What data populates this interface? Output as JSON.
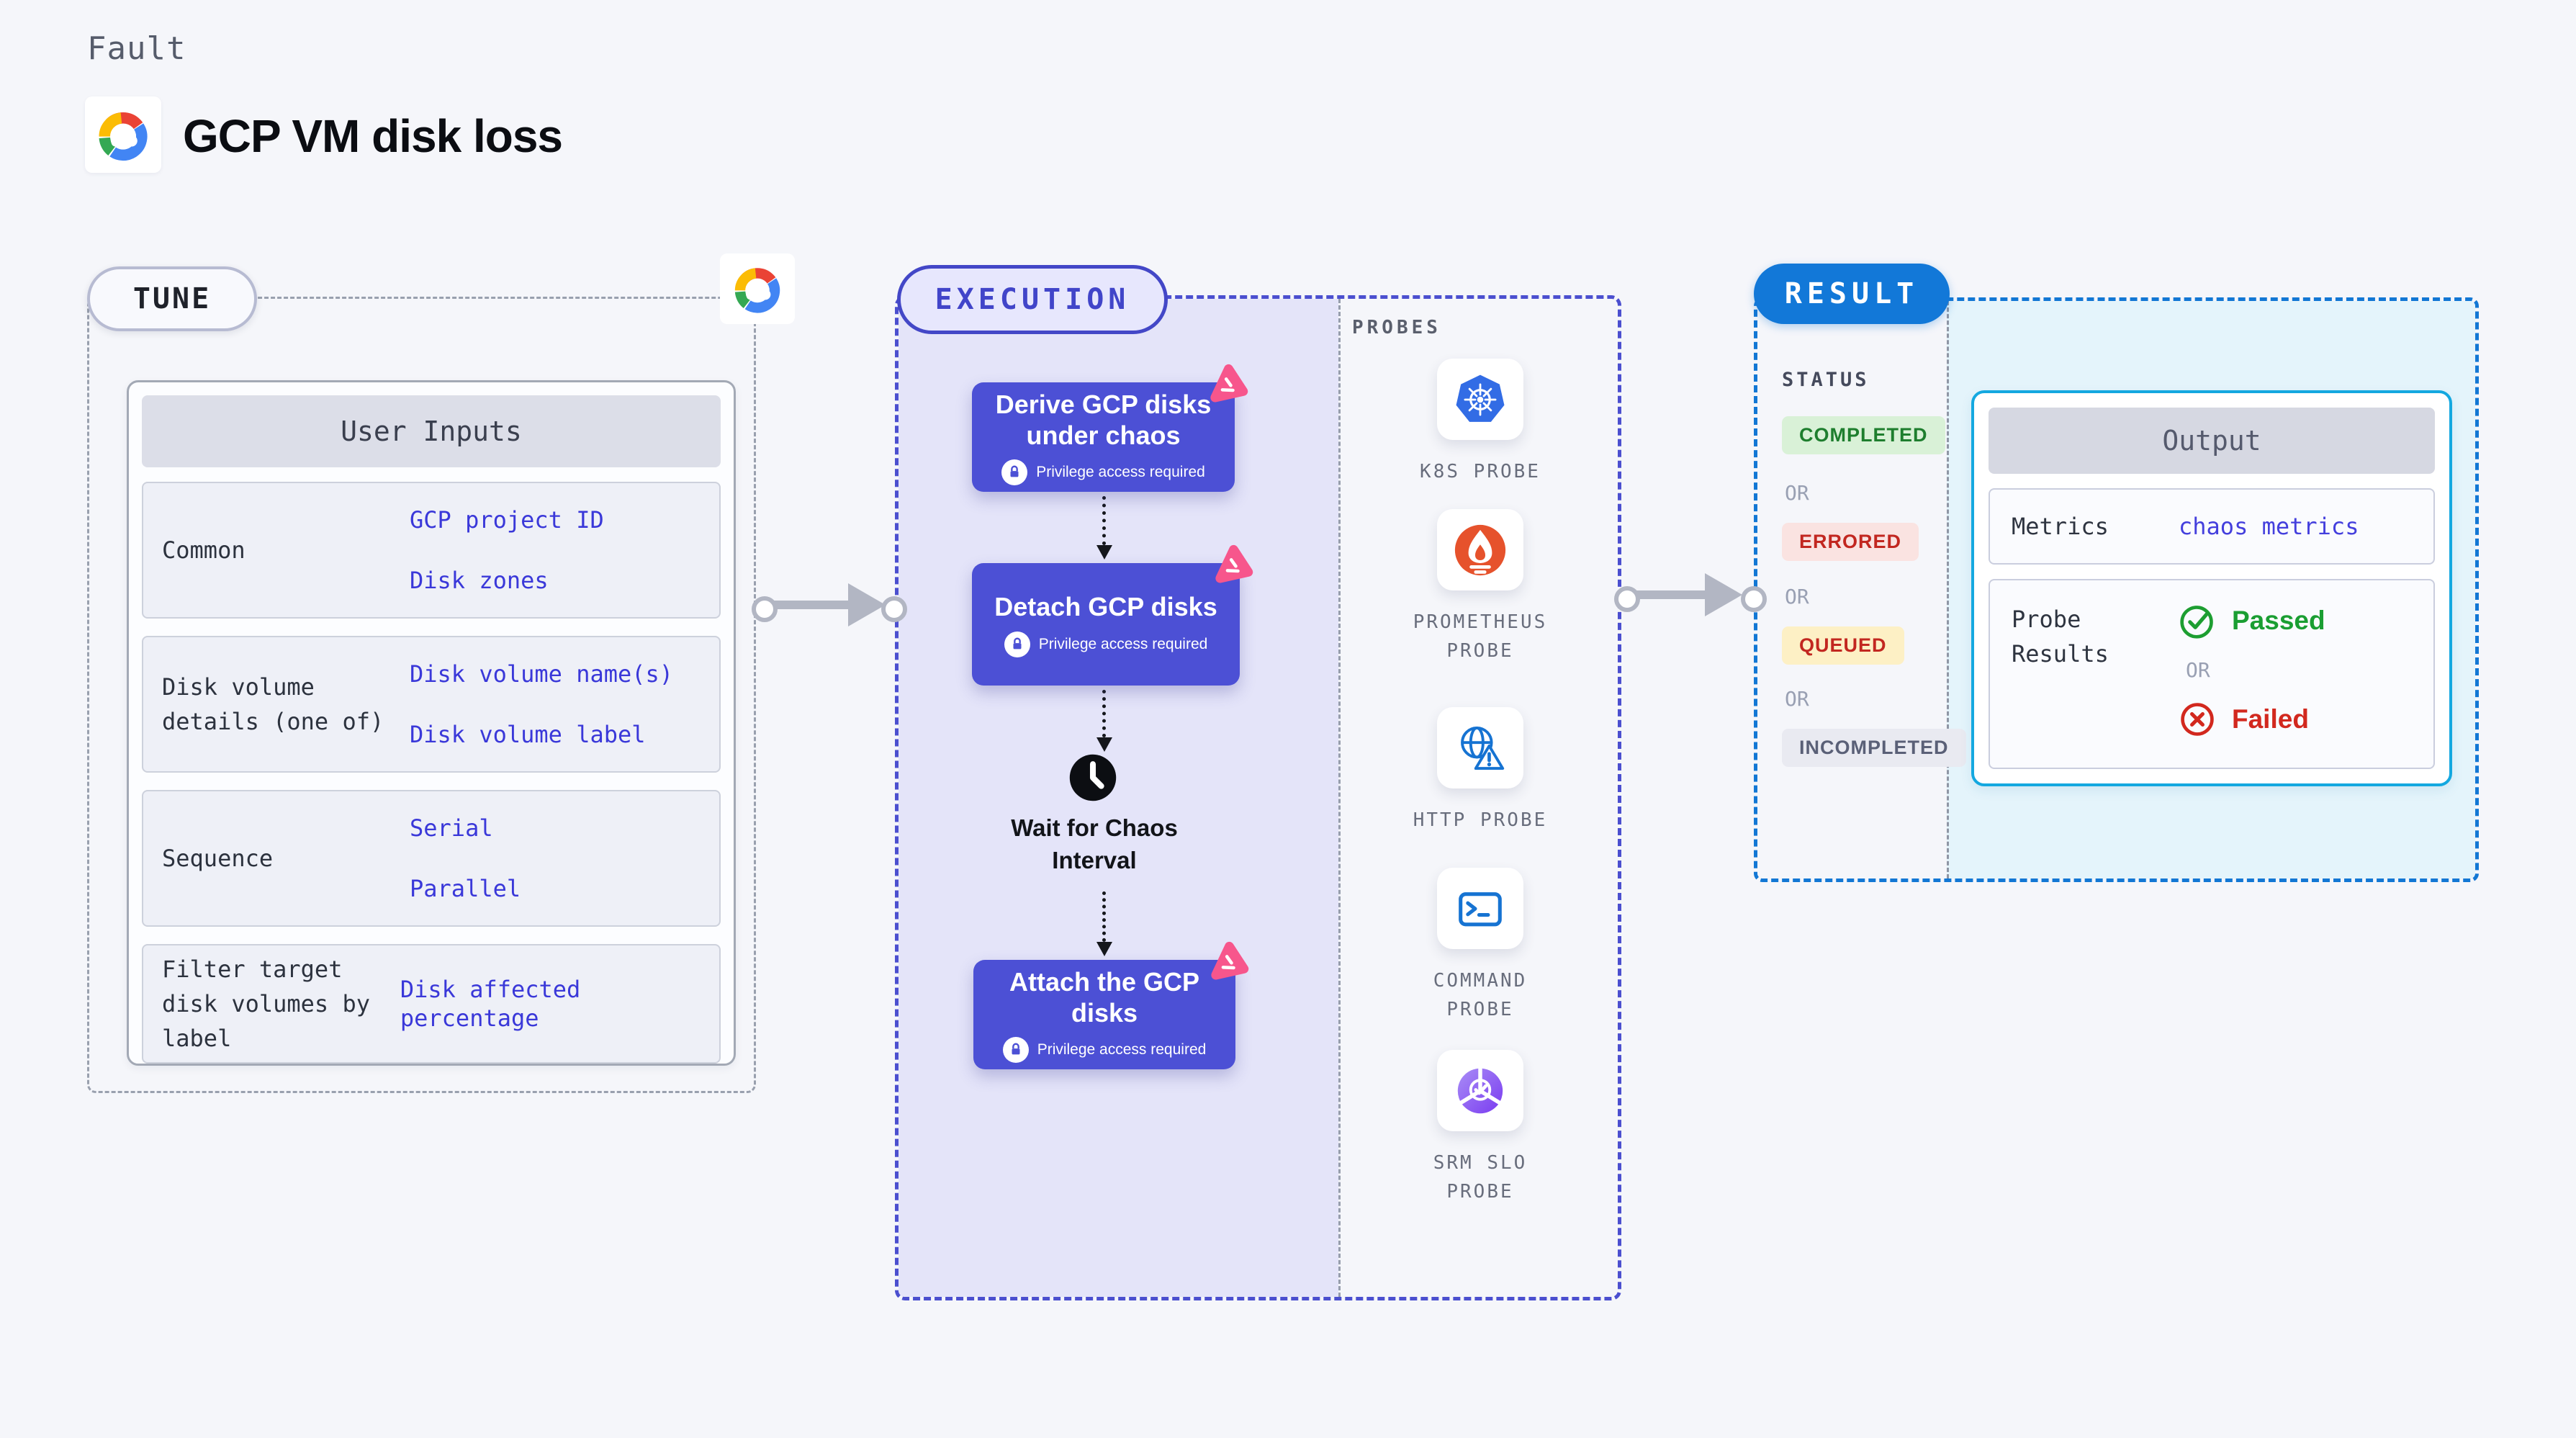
{
  "header": {
    "kicker": "Fault",
    "title": "GCP VM disk loss"
  },
  "tune": {
    "badge": "TUNE",
    "card_title": "User Inputs",
    "rows": [
      {
        "label": "Common",
        "values": [
          "GCP project ID",
          "Disk zones"
        ]
      },
      {
        "label": "Disk volume details (one of)",
        "values": [
          "Disk volume name(s)",
          "Disk volume label"
        ]
      },
      {
        "label": "Sequence",
        "values": [
          "Serial",
          "Parallel"
        ]
      },
      {
        "label": "Filter target disk volumes by label",
        "values": [
          "Disk affected percentage"
        ]
      }
    ]
  },
  "execution": {
    "badge": "EXECUTION",
    "steps": [
      {
        "title": "Derive GCP disks under chaos",
        "note": "Privilege access required"
      },
      {
        "title": "Detach GCP disks",
        "note": "Privilege access required"
      },
      {
        "title": "Attach the GCP disks",
        "note": "Privilege access required"
      }
    ],
    "wait_label": "Wait for Chaos Interval"
  },
  "probes": {
    "title": "PROBES",
    "items": [
      {
        "label": "K8S PROBE",
        "icon": "kubernetes-icon"
      },
      {
        "label": "PROMETHEUS PROBE",
        "icon": "prometheus-icon"
      },
      {
        "label": "HTTP PROBE",
        "icon": "http-globe-warning-icon"
      },
      {
        "label": "COMMAND PROBE",
        "icon": "terminal-icon"
      },
      {
        "label": "SRM SLO PROBE",
        "icon": "srm-slo-icon"
      }
    ]
  },
  "result": {
    "badge": "RESULT",
    "status_title": "STATUS",
    "or_label": "OR",
    "statuses": [
      {
        "label": "COMPLETED",
        "text_color": "#1e7e2e",
        "bg_color": "#d9f1d7"
      },
      {
        "label": "ERRORED",
        "text_color": "#c22720",
        "bg_color": "#fae3e1"
      },
      {
        "label": "QUEUED",
        "text_color": "#c22720",
        "bg_color": "#fdf0c5"
      },
      {
        "label": "INCOMPLETED",
        "text_color": "#5a6077",
        "bg_color": "#e9eaf1"
      }
    ],
    "output": {
      "title": "Output",
      "metrics_label": "Metrics",
      "metrics_value": "chaos metrics",
      "probe_results_label": "Probe Results",
      "passed_label": "Passed",
      "failed_label": "Failed",
      "or_label": "OR"
    }
  },
  "colors": {
    "page_bg": "#f5f6fa",
    "accent_purple": "#4c50d5",
    "execution_border": "#4b4fcf",
    "execution_fill": "#e4e4f9",
    "result_blue": "#1278d8",
    "result_fill": "#e4f4fb",
    "output_border": "#14a8e0",
    "link_blue": "#3a38d9",
    "pink_marker": "#f7568c",
    "passed_green": "#1a9e32",
    "failed_red": "#d2281e",
    "arrow_gray": "#b2b6c3"
  }
}
